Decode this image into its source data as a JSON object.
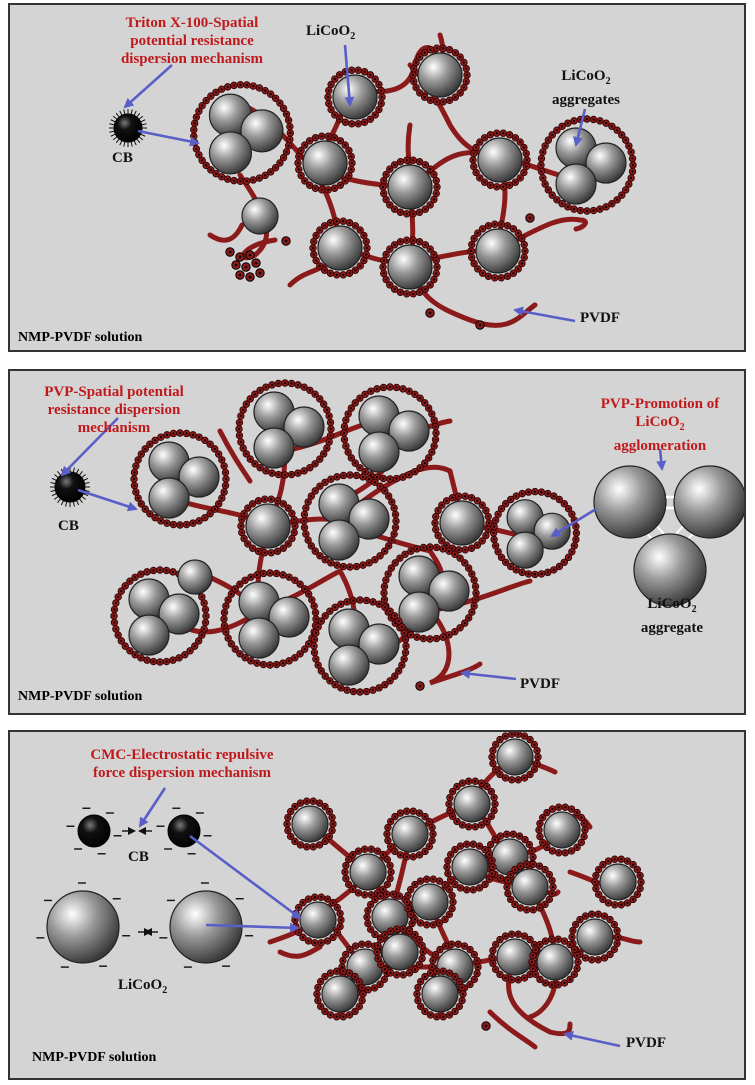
{
  "colors": {
    "panel_bg": "#d4d4d4",
    "polymer": "#8b1a1a",
    "arrow": "#5a5fc8",
    "label_red": "#c0191c"
  },
  "panel1": {
    "title_line1": "Triton X-100-Spatial",
    "title_line2": "potential resistance",
    "title_line3": "dispersion mechanism",
    "licoo2": "LiCoO",
    "licoo2_sub": "2",
    "aggregates_line1": "LiCoO",
    "aggregates_sub": "2",
    "aggregates_line2": "aggregates",
    "cb": "CB",
    "pvdf": "PVDF",
    "solution": "NMP-PVDF solution"
  },
  "panel2": {
    "title_line1": "PVP-Spatial potential",
    "title_line2": "resistance dispersion",
    "title_line3": "mechanism",
    "promo_line1": "PVP-Promotion of",
    "promo_line2": "LiCoO",
    "promo_sub": "2",
    "promo_line3": "agglomeration",
    "aggregate_line1": "LiCoO",
    "aggregate_sub": "2",
    "aggregate_line2": "aggregate",
    "cb": "CB",
    "pvdf": "PVDF",
    "solution": "NMP-PVDF solution"
  },
  "panel3": {
    "title_line1": "CMC-Electrostatic repulsive",
    "title_line2": "force dispersion mechanism",
    "cb": "CB",
    "licoo2": "LiCoO",
    "licoo2_sub": "2",
    "pvdf": "PVDF",
    "solution": "NMP-PVDF solution"
  }
}
